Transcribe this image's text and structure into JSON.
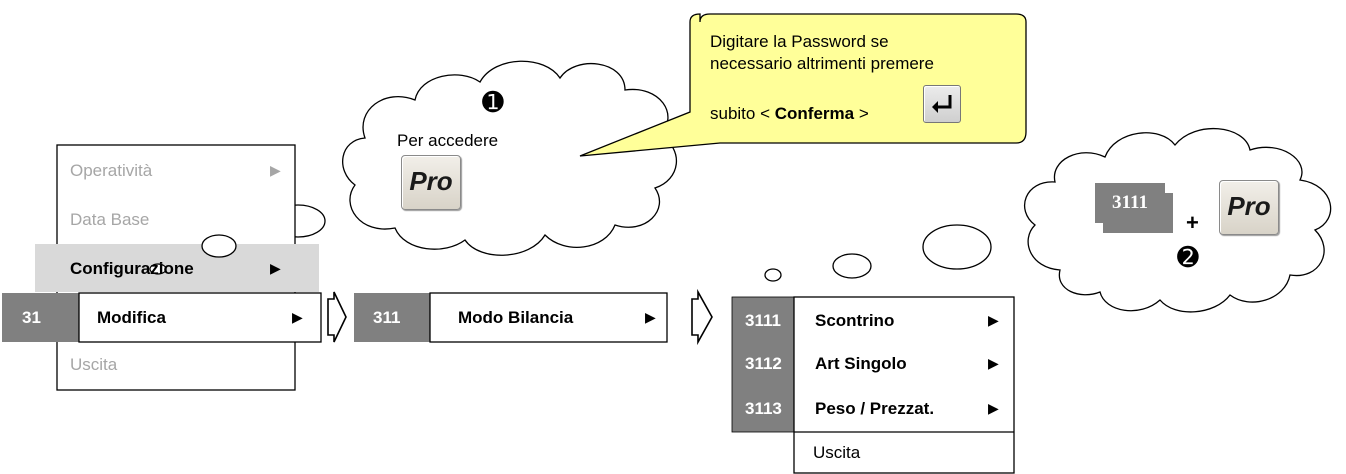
{
  "menu1": {
    "items": [
      "Operatività",
      "Data Base",
      "Configurazione",
      "Modifica",
      "Uscita"
    ],
    "code": "31"
  },
  "menu2": {
    "code": "311",
    "label": "Modo Bilancia"
  },
  "menu3": {
    "items": [
      {
        "code": "3111",
        "label": "Scontrino"
      },
      {
        "code": "3112",
        "label": "Art Singolo"
      },
      {
        "code": "3113",
        "label": "Peso / Prezzat."
      }
    ],
    "exit": "Uscita"
  },
  "cloud1": {
    "step": "➊",
    "text": "Per accedere",
    "key": "Pro"
  },
  "callout": {
    "line1": "Digitare la Password se",
    "line2": "necessario altrimenti premere",
    "line3_pre": "subito < ",
    "line3_bold": "Conferma",
    "line3_post": " >"
  },
  "cloud2": {
    "code": "3111",
    "plus": "+",
    "key": "Pro",
    "step": "➋"
  },
  "colors": {
    "code_bg": "#808080",
    "highlight_bg": "#d9d9d9",
    "callout_bg": "#ffff99",
    "grey_text": "#a6a6a6"
  },
  "icons": {
    "submenu": "right-triangle",
    "enter": "enter-key-icon",
    "next": "hollow-arrow"
  }
}
